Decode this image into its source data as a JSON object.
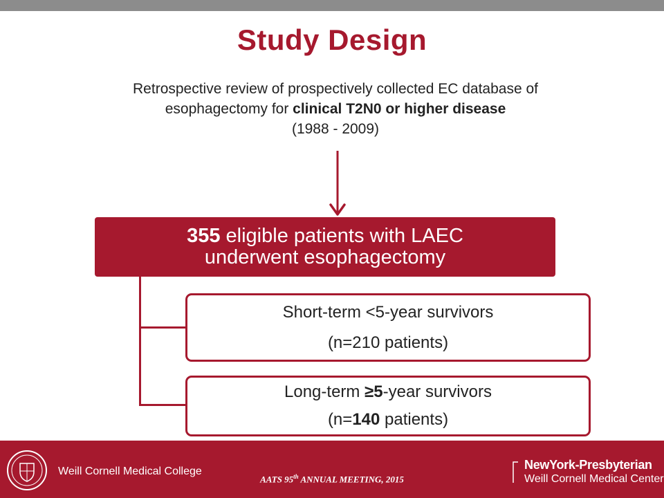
{
  "slide": {
    "title": "Study Design",
    "intro": {
      "line1": "Retrospective review of  prospectively collected EC database of",
      "line2_prefix": "esophagectomy for ",
      "line2_bold": "clinical T2N0 or higher disease",
      "line3": "(1988  - 2009)"
    },
    "main_box": {
      "count": "355",
      "line1_rest": " eligible patients with LAEC",
      "line2": "underwent esophagectomy"
    },
    "groups": [
      {
        "line1_prefix": "Short-term ",
        "line1_bold": "",
        "line1_rest": "<5-year survivors",
        "line2_prefix": "(n=",
        "line2_bold": "",
        "line2_rest": "210 patients)"
      },
      {
        "line1_prefix": "Long-term ",
        "line1_bold": "≥5",
        "line1_rest": "-year survivors",
        "line2_prefix": "(n=",
        "line2_bold": "140",
        "line2_rest": " patients)"
      }
    ]
  },
  "footer": {
    "left_logo_text": "Weill Cornell Medical College",
    "meeting_prefix": "AATS 95",
    "meeting_sup": "th",
    "meeting_rest": " ANNUAL MEETING, 2015",
    "right_logo_line1": "NewYork-Presbyterian",
    "right_logo_line2": "Weill Cornell Medical Center"
  },
  "colors": {
    "accent": "#a6192e",
    "topbar": "#8c8c8c",
    "text": "#222222"
  }
}
